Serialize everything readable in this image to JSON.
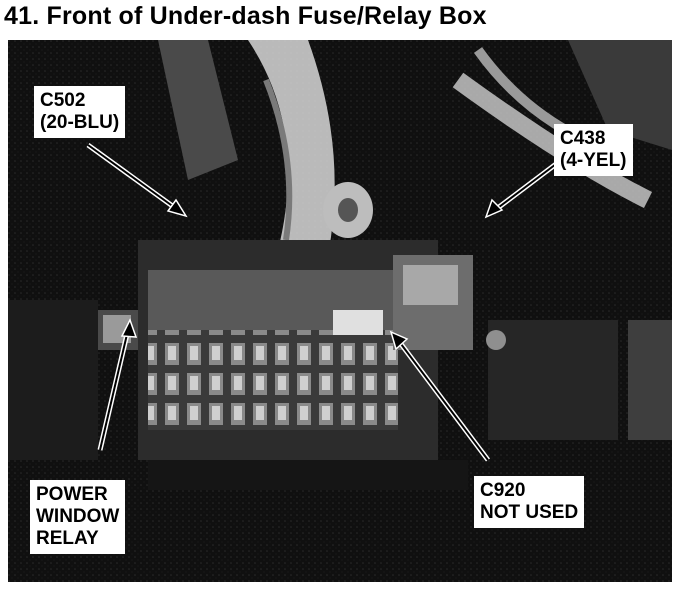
{
  "title": "41. Front of Under-dash Fuse/Relay Box",
  "callouts": {
    "c502": {
      "line1": "C502",
      "line2": "(20-BLU)"
    },
    "c438": {
      "line1": "C438",
      "line2": "(4-YEL)"
    },
    "power_window_relay": {
      "line1": "POWER",
      "line2": "WINDOW",
      "line3": "RELAY"
    },
    "c920": {
      "line1": "C920",
      "line2": "NOT USED"
    }
  }
}
